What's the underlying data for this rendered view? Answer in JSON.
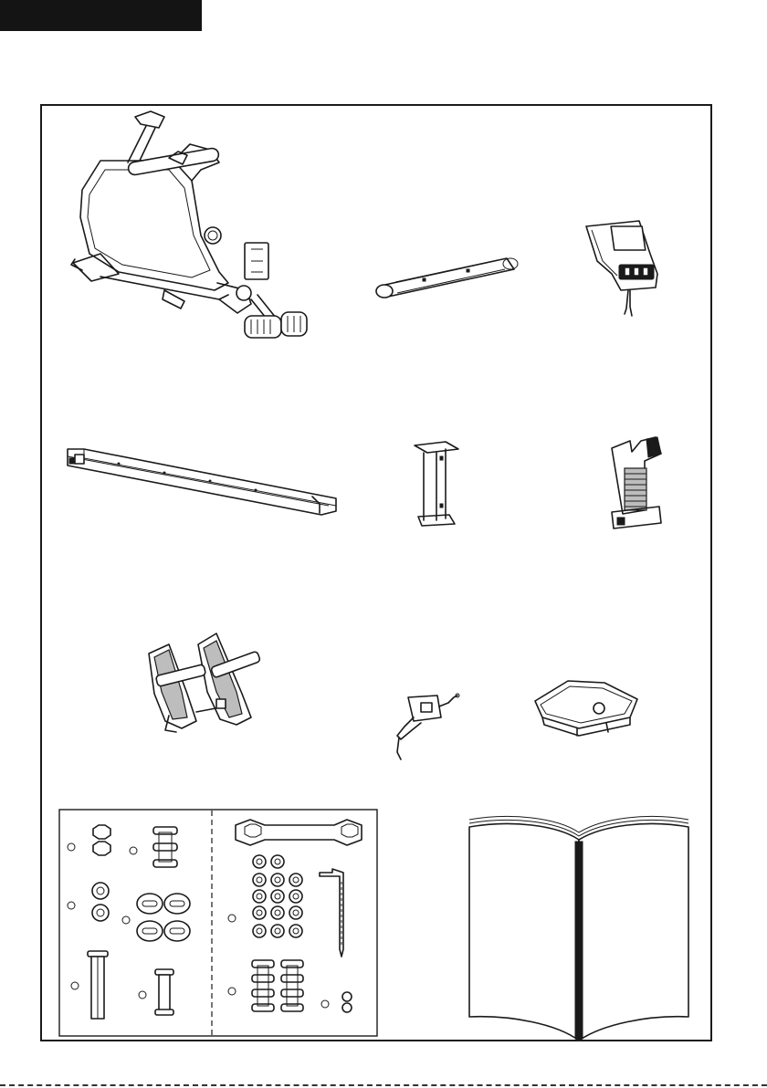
{
  "page": {
    "background": "#ffffff",
    "ink": "#1a1a1a",
    "header_tab_color": "#141414"
  },
  "parts": [
    {
      "id": "main-frame",
      "icon": "rowing-machine-main-frame-icon"
    },
    {
      "id": "front-stabilizer",
      "icon": "stabilizer-tube-icon"
    },
    {
      "id": "console",
      "icon": "console-icon"
    },
    {
      "id": "slide-rail",
      "icon": "slide-rail-icon"
    },
    {
      "id": "rear-support",
      "icon": "rear-support-post-icon"
    },
    {
      "id": "console-mast",
      "icon": "console-mast-icon"
    },
    {
      "id": "pedals",
      "icon": "foot-pedals-icon"
    },
    {
      "id": "sensor-bracket",
      "icon": "sensor-bracket-icon"
    },
    {
      "id": "seat",
      "icon": "seat-icon"
    },
    {
      "id": "hardware-pack",
      "icon": "hardware-pack-icon"
    },
    {
      "id": "manual",
      "icon": "owners-manual-icon"
    }
  ]
}
